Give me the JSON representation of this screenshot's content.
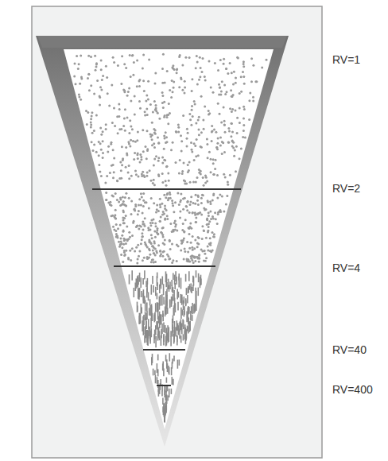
{
  "diagram": {
    "labels": [
      "RV=1",
      "RV=2",
      "RV=4",
      "RV=40",
      "RV=400"
    ]
  }
}
